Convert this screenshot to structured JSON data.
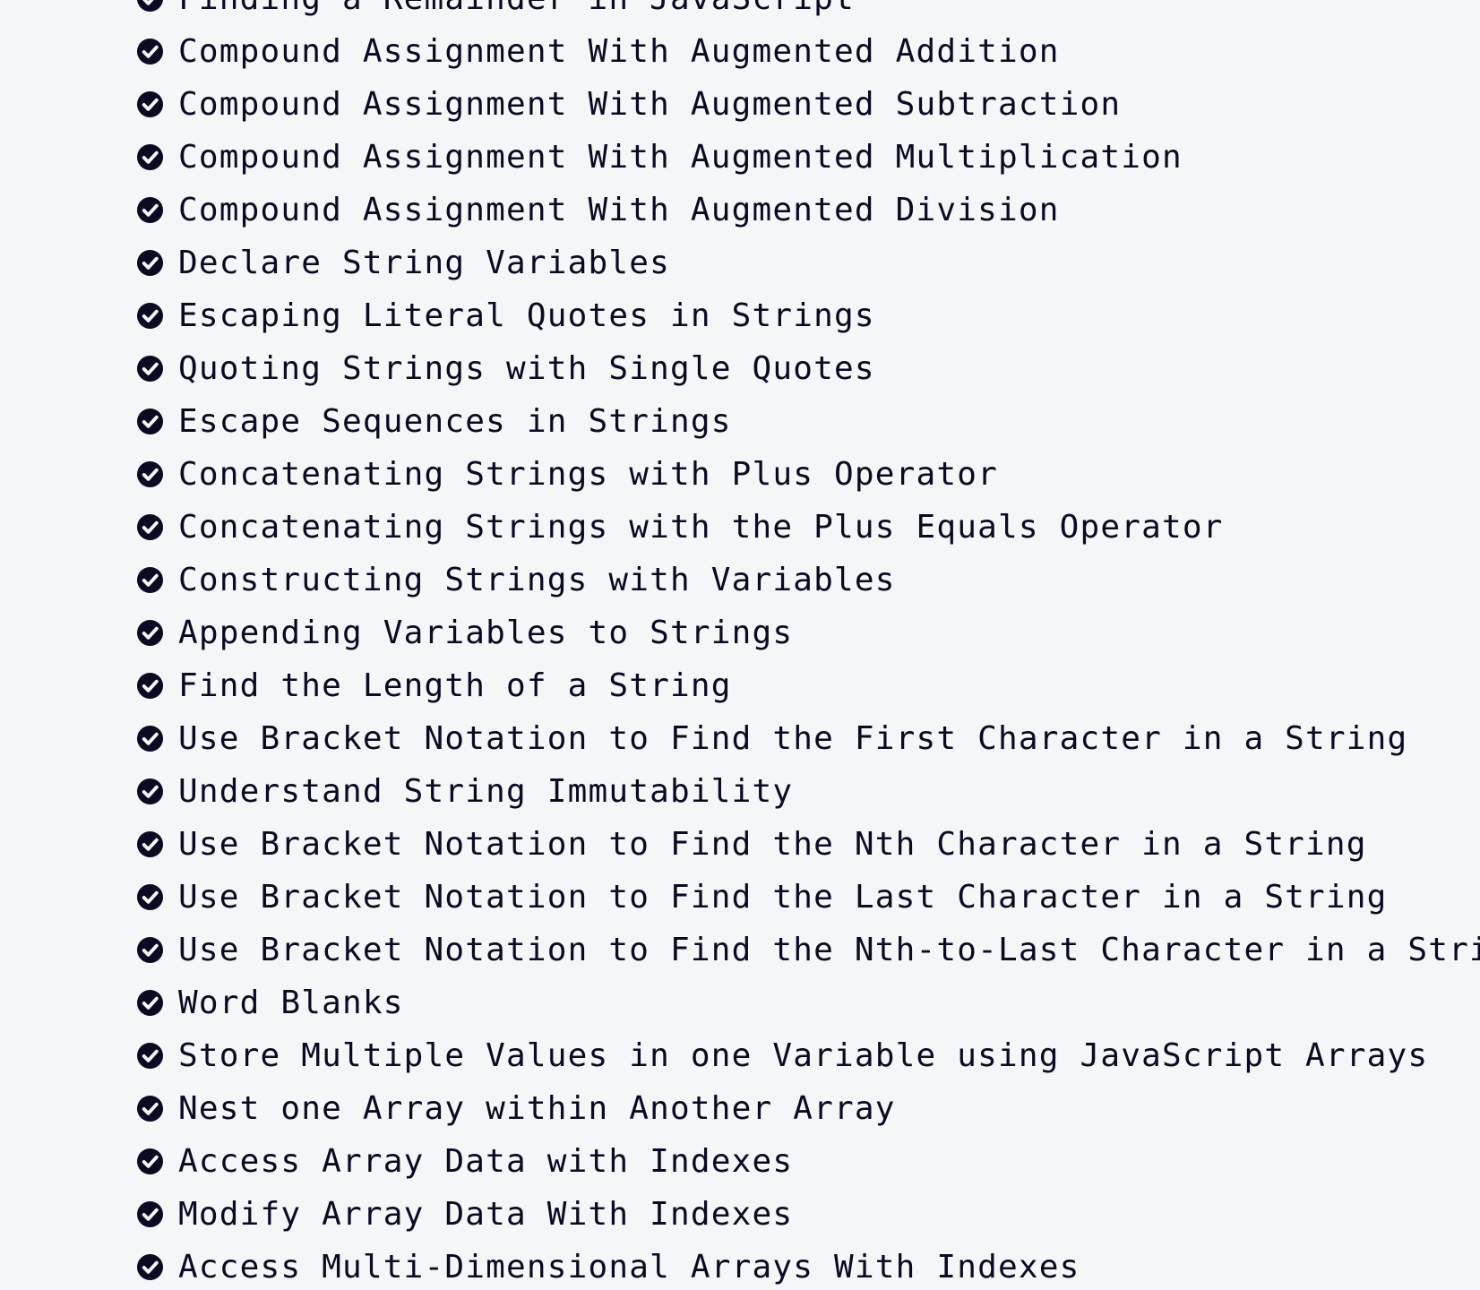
{
  "challenge_list": {
    "items": [
      {
        "label": "Finding a Remainder in JavaScript",
        "completed": true
      },
      {
        "label": "Compound Assignment With Augmented Addition",
        "completed": true
      },
      {
        "label": "Compound Assignment With Augmented Subtraction",
        "completed": true
      },
      {
        "label": "Compound Assignment With Augmented Multiplication",
        "completed": true
      },
      {
        "label": "Compound Assignment With Augmented Division",
        "completed": true
      },
      {
        "label": "Declare String Variables",
        "completed": true
      },
      {
        "label": "Escaping Literal Quotes in Strings",
        "completed": true
      },
      {
        "label": "Quoting Strings with Single Quotes",
        "completed": true
      },
      {
        "label": "Escape Sequences in Strings",
        "completed": true
      },
      {
        "label": "Concatenating Strings with Plus Operator",
        "completed": true
      },
      {
        "label": "Concatenating Strings with the Plus Equals Operator",
        "completed": true
      },
      {
        "label": "Constructing Strings with Variables",
        "completed": true
      },
      {
        "label": "Appending Variables to Strings",
        "completed": true
      },
      {
        "label": "Find the Length of a String",
        "completed": true
      },
      {
        "label": "Use Bracket Notation to Find the First Character in a String",
        "completed": true
      },
      {
        "label": "Understand String Immutability",
        "completed": true
      },
      {
        "label": "Use Bracket Notation to Find the Nth Character in a String",
        "completed": true
      },
      {
        "label": "Use Bracket Notation to Find the Last Character in a String",
        "completed": true
      },
      {
        "label": "Use Bracket Notation to Find the Nth-to-Last Character in a String",
        "completed": true
      },
      {
        "label": "Word Blanks",
        "completed": true
      },
      {
        "label": "Store Multiple Values in one Variable using JavaScript Arrays",
        "completed": true
      },
      {
        "label": "Nest one Array within Another Array",
        "completed": true
      },
      {
        "label": "Access Array Data with Indexes",
        "completed": true
      },
      {
        "label": "Modify Array Data With Indexes",
        "completed": true
      },
      {
        "label": "Access Multi-Dimensional Arrays With Indexes",
        "completed": true
      }
    ]
  },
  "icons": {
    "completed_icon": "check-circle-icon"
  },
  "colors": {
    "background": "#f5f6f7",
    "text": "#0a0a23",
    "icon": "#0a0a23"
  }
}
